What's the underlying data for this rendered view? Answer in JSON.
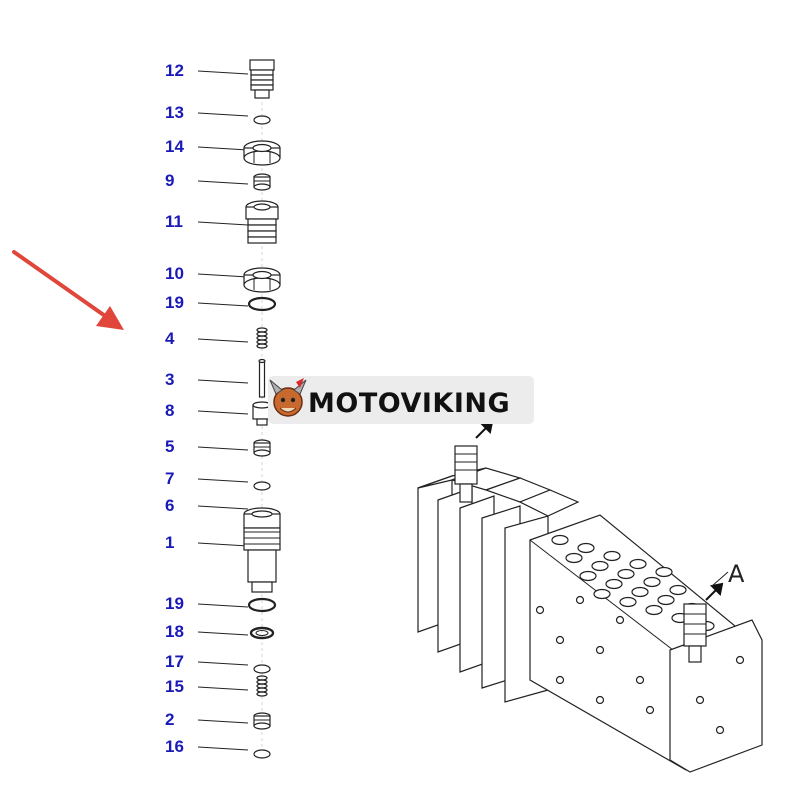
{
  "colors": {
    "label": "#1a1ab8",
    "arrow": "#e0463a",
    "line": "#222222",
    "logo_bg": "#ececec",
    "logo_text": "#111111"
  },
  "parts": [
    {
      "number": "12",
      "shape": "threaded-cap"
    },
    {
      "number": "13",
      "shape": "small-ring"
    },
    {
      "number": "14",
      "shape": "hex-nut"
    },
    {
      "number": "9",
      "shape": "small-plug"
    },
    {
      "number": "11",
      "shape": "threaded-sleeve"
    },
    {
      "number": "10",
      "shape": "hex-nut"
    },
    {
      "number": "19",
      "shape": "o-ring"
    },
    {
      "number": "4",
      "shape": "spring"
    },
    {
      "number": "3",
      "shape": "pin"
    },
    {
      "number": "8",
      "shape": "seat"
    },
    {
      "number": "5",
      "shape": "small-plug"
    },
    {
      "number": "7",
      "shape": "small-ring"
    },
    {
      "number": "6",
      "shape": "small-ring"
    },
    {
      "number": "1",
      "shape": "valve-body"
    },
    {
      "number": "19",
      "shape": "o-ring"
    },
    {
      "number": "18",
      "shape": "backup-ring"
    },
    {
      "number": "17",
      "shape": "small-ring"
    },
    {
      "number": "15",
      "shape": "spring"
    },
    {
      "number": "2",
      "shape": "small-plug"
    },
    {
      "number": "16",
      "shape": "small-ring"
    }
  ],
  "logo": {
    "text": "MOTOVIKING",
    "icon": "viking-mascot-icon"
  },
  "view_label": "A",
  "pointer_icon": "red-pointer-arrow-icon"
}
